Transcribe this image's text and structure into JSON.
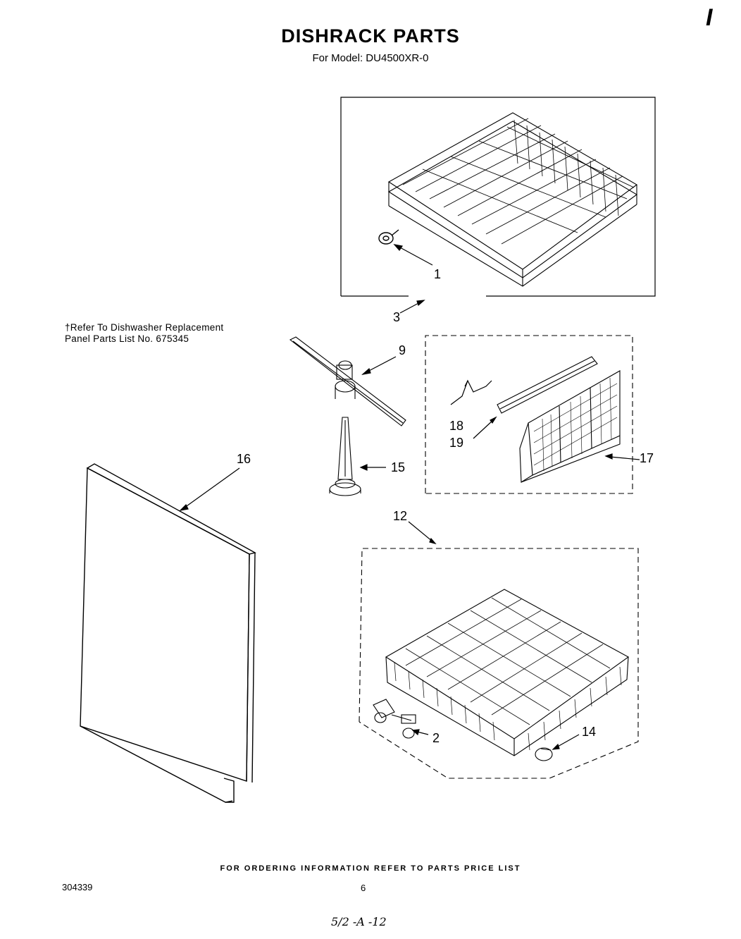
{
  "header": {
    "title": "DISHRACK PARTS",
    "subtitle": "For Model: DU4500XR-0",
    "corner_mark": "I"
  },
  "note": {
    "line1": "†Refer To Dishwasher Replacement",
    "line2": "Panel Parts List No. 675345"
  },
  "callouts": {
    "p1": "1",
    "p2": "2",
    "p3": "3",
    "p9": "9",
    "p12": "12",
    "p14": "14",
    "p15": "15",
    "p16": "16",
    "p17": "17",
    "p18": "18",
    "p19": "19"
  },
  "footer": {
    "ordering_info": "FOR ORDERING INFORMATION REFER TO PARTS PRICE LIST",
    "doc_number": "304339",
    "page_number": "6",
    "handwritten": "5/2 -A -12"
  }
}
